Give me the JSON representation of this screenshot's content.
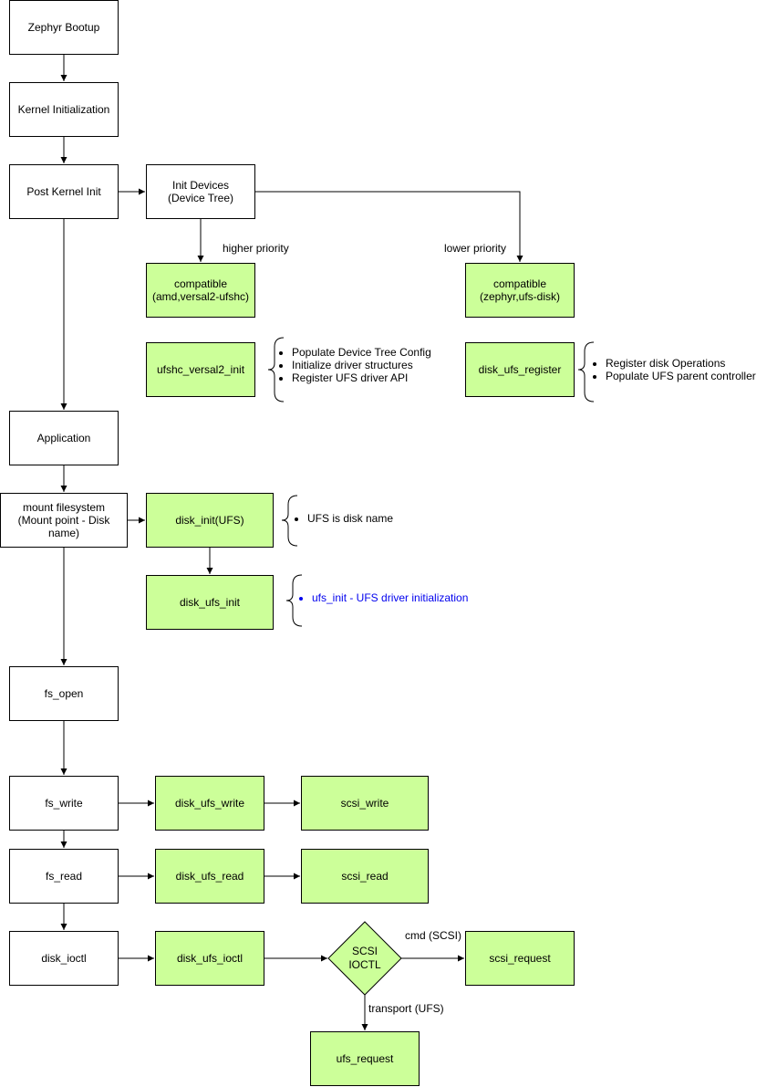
{
  "nodes": {
    "zephyr_bootup": "Zephyr Bootup",
    "kernel_init": "Kernel Initialization",
    "post_kernel_init": "Post Kernel Init",
    "init_devices_l1": "Init Devices",
    "init_devices_l2": "(Device Tree)",
    "compat_amd_l1": "compatible",
    "compat_amd_l2": "(amd,versal2-ufshc)",
    "compat_zephyr_l1": "compatible",
    "compat_zephyr_l2": "(zephyr,ufs-disk)",
    "ufshc_versal2_init": "ufshc_versal2_init",
    "disk_ufs_register": "disk_ufs_register",
    "application": "Application",
    "mount_l1": "mount filesystem",
    "mount_l2": "(Mount point - Disk",
    "mount_l3": "name)",
    "disk_init": "disk_init(UFS)",
    "disk_ufs_init": "disk_ufs_init",
    "fs_open": "fs_open",
    "fs_write": "fs_write",
    "disk_ufs_write": "disk_ufs_write",
    "scsi_write": "scsi_write",
    "fs_read": "fs_read",
    "disk_ufs_read": "disk_ufs_read",
    "scsi_read": "scsi_read",
    "disk_ioctl": "disk_ioctl",
    "disk_ufs_ioctl": "disk_ufs_ioctl",
    "scsi_ioctl_l1": "SCSI",
    "scsi_ioctl_l2": "IOCTL",
    "scsi_request": "scsi_request",
    "ufs_request": "ufs_request"
  },
  "labels": {
    "higher_priority": "higher priority",
    "lower_priority": "lower priority",
    "cmd_scsi": "cmd (SCSI)",
    "transport_ufs": "transport (UFS)"
  },
  "notes": {
    "ufshc_notes": [
      "Populate Device Tree Config",
      "Initialize driver structures",
      "Register UFS driver API"
    ],
    "register_notes": [
      "Register disk Operations",
      "Populate UFS parent controller"
    ],
    "disk_init_notes": [
      "UFS is disk name"
    ],
    "disk_ufs_init_notes": [
      "ufs_init - UFS driver initialization"
    ]
  },
  "colors": {
    "node_fill": "#ffffff",
    "driver_fill": "#ccff99",
    "line": "#000000",
    "highlight_text": "#0000ee"
  }
}
